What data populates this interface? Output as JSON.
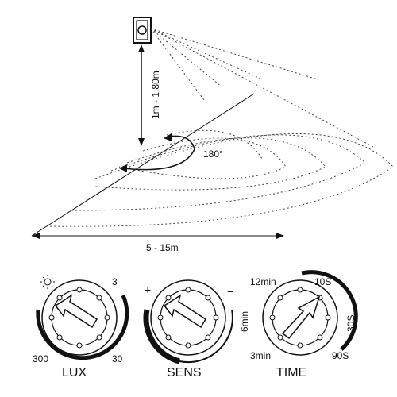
{
  "diagram": {
    "height_label": "1m - 1,80m",
    "angle_label": "180°",
    "range_label": "5 - 15m"
  },
  "controls": {
    "lux": {
      "title": "LUX",
      "min_label": "300",
      "max_label": "3",
      "low_label": "30",
      "sun_icon": "sun-icon"
    },
    "sens": {
      "title": "SENS",
      "plus_label": "+",
      "minus_label": "−"
    },
    "time": {
      "title": "TIME",
      "labels": [
        "12min",
        "10S",
        "6min",
        "30S",
        "3min",
        "90S"
      ]
    }
  }
}
